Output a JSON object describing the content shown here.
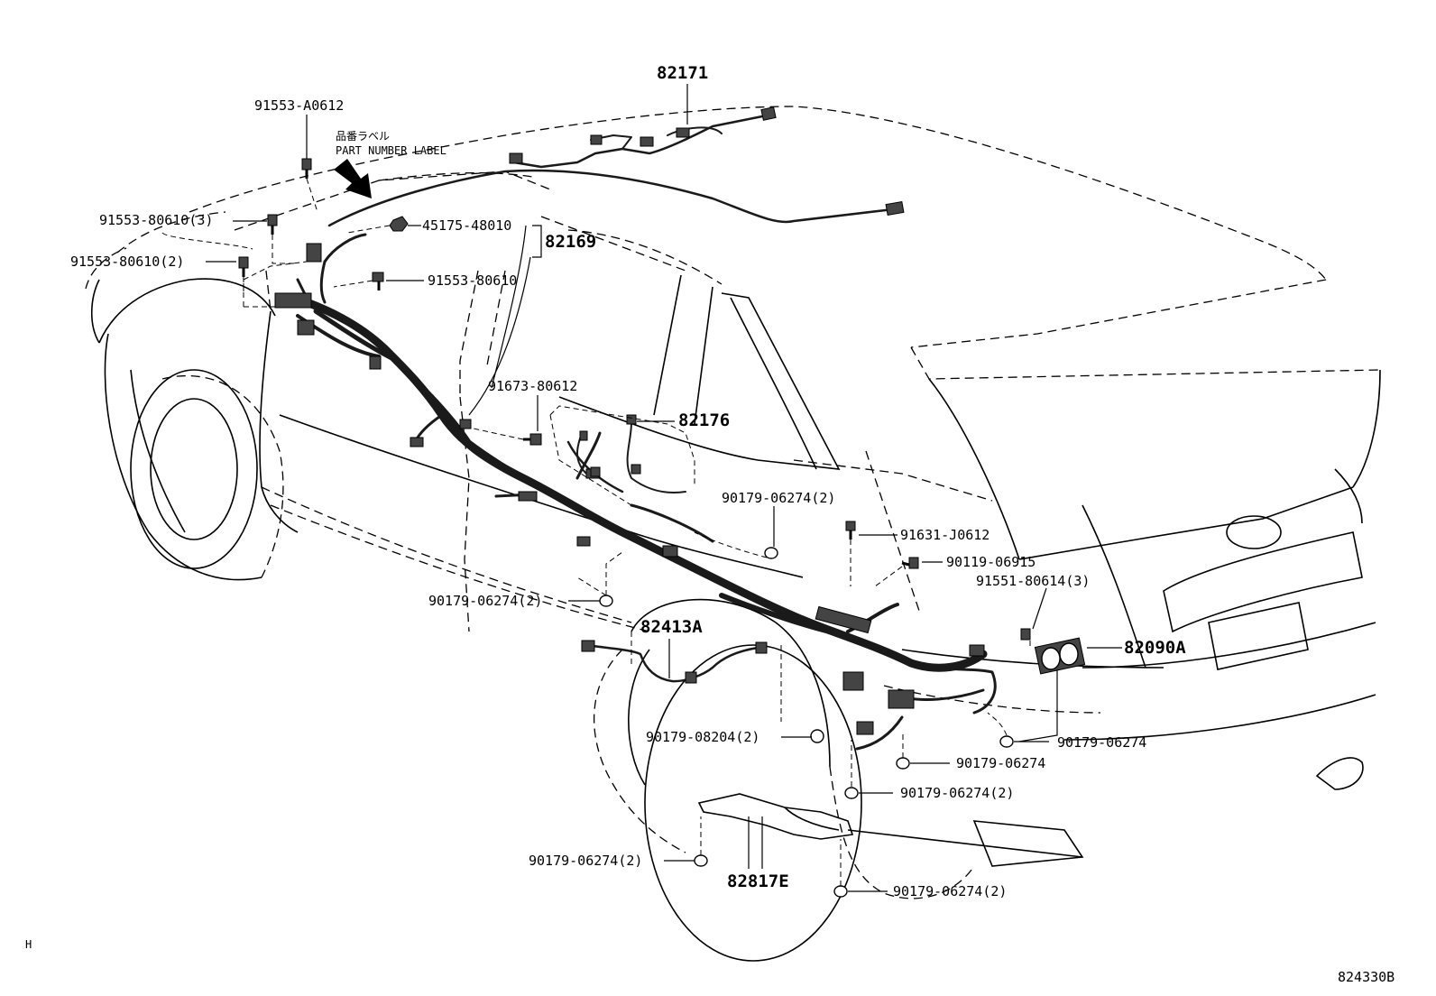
{
  "label_note": {
    "jp": "品番ラベル",
    "en": "PART NUMBER LABEL"
  },
  "parts": {
    "p82171": "82171",
    "p91553_a0612": "91553-A0612",
    "p91553_80610_3": "91553-80610(3)",
    "p91553_80610_2": "91553-80610(2)",
    "p45175_48010": "45175-48010",
    "p82169": "82169",
    "p91553_80610": "91553-80610",
    "p91673_80612": "91673-80612",
    "p82176": "82176",
    "p90179_06274_2_a": "90179-06274(2)",
    "p91631_j0612": "91631-J0612",
    "p90119_06915": "90119-06915",
    "p91551_80614_3": "91551-80614(3)",
    "p90179_06274_2_b": "90179-06274(2)",
    "p82413a": "82413A",
    "p82090a": "82090A",
    "p90179_08204_2": "90179-08204(2)",
    "p90179_06274_c": "90179-06274",
    "p90179_06274_d": "90179-06274",
    "p90179_06274_2_e": "90179-06274(2)",
    "p90179_06274_2_f": "90179-06274(2)",
    "p82817e": "82817E",
    "p90179_06274_2_g": "90179-06274(2)"
  },
  "corner_left": "H",
  "figure_code": "824330B"
}
